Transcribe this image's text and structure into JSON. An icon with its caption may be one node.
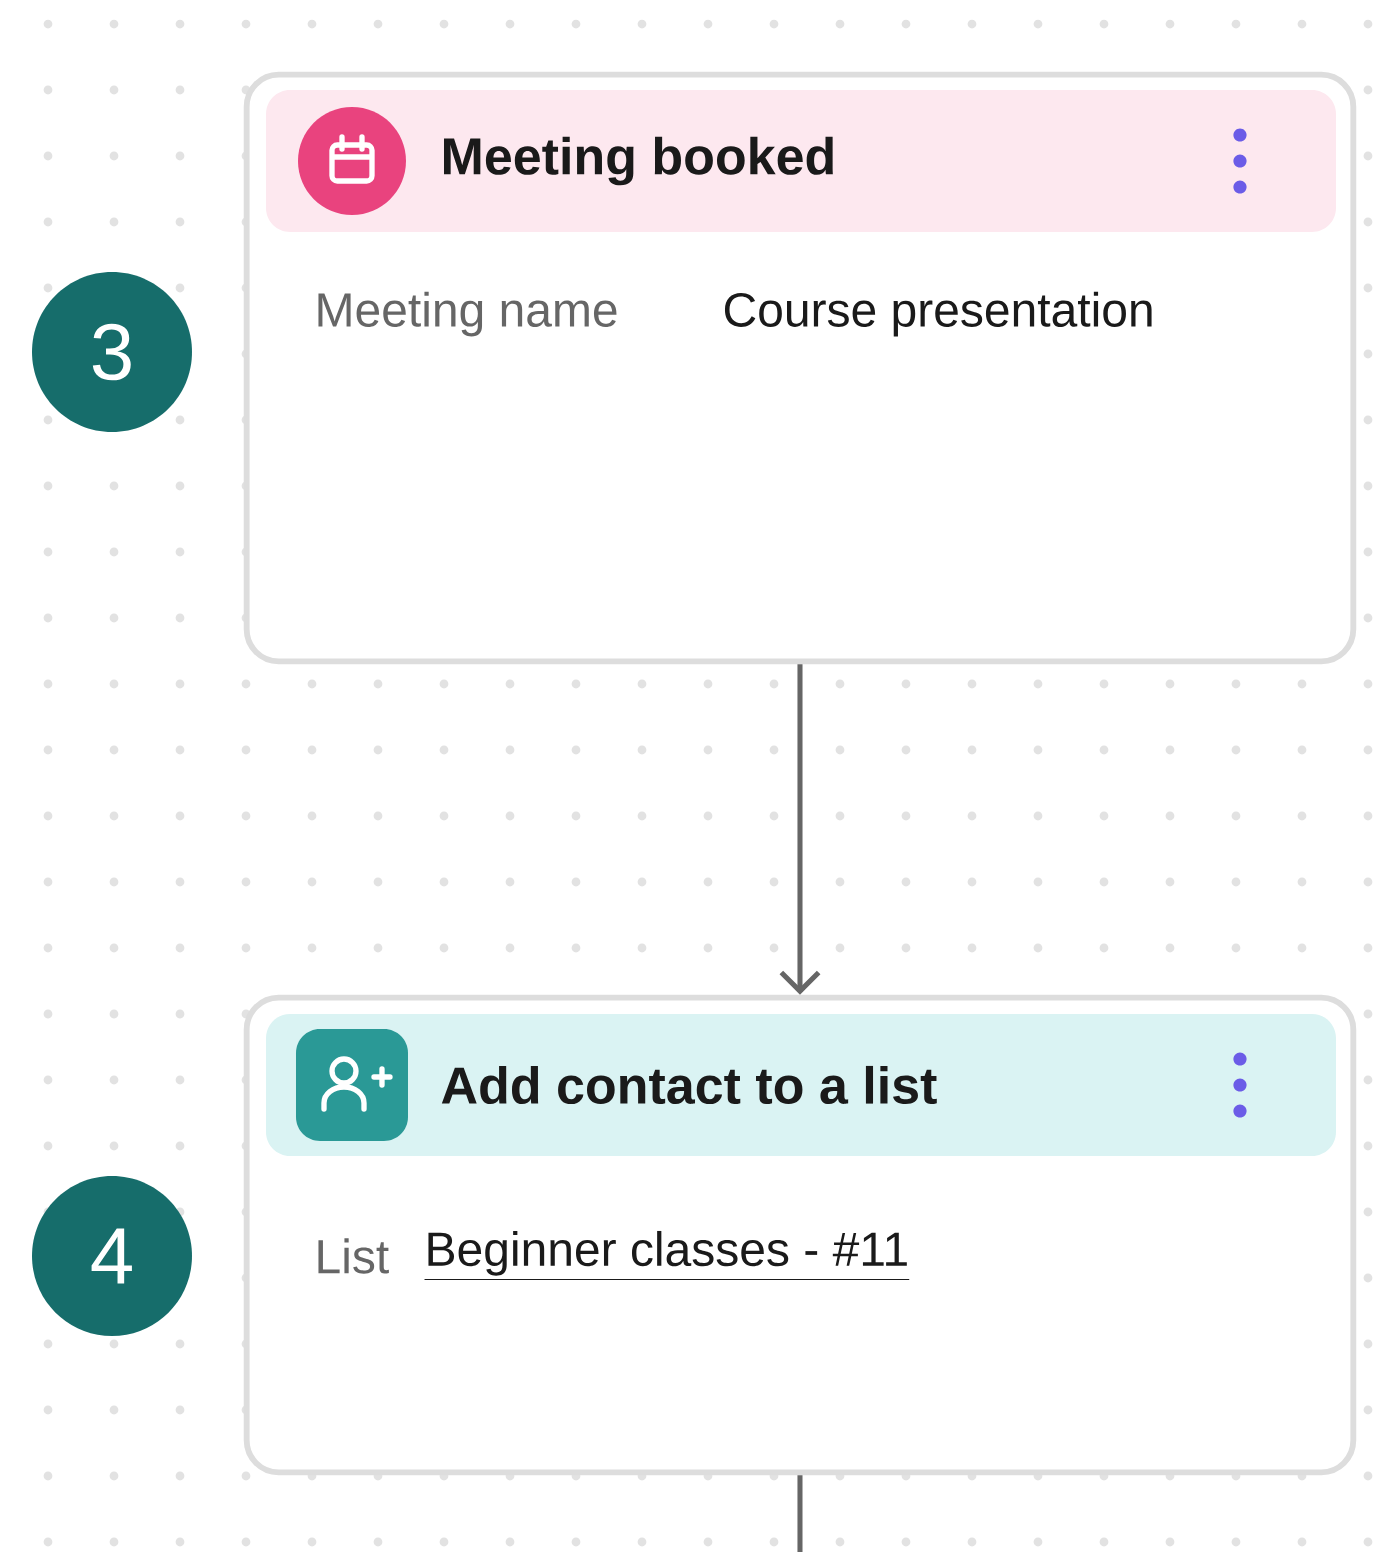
{
  "diagram": {
    "nodes": [
      {
        "text": [
          "Meeting name",
          "Course presentation"
        ]
      },
      {
        "text": [
          "Meeting booked"
        ],
        "in": 0
      },
      {
        "text": [
          "3"
        ]
      },
      {
        "text": [
          "List",
          "Beginner classes - #11"
        ]
      },
      {
        "text": [
          "Add contact to a list"
        ],
        "in": 3
      },
      {
        "text": [
          "4"
        ]
      }
    ],
    "edges": [
      {
        "from": 0,
        "to": 3,
        "arrow": "to"
      },
      {
        "from": 3,
        "to": null,
        "arrow": "none"
      }
    ]
  }
}
